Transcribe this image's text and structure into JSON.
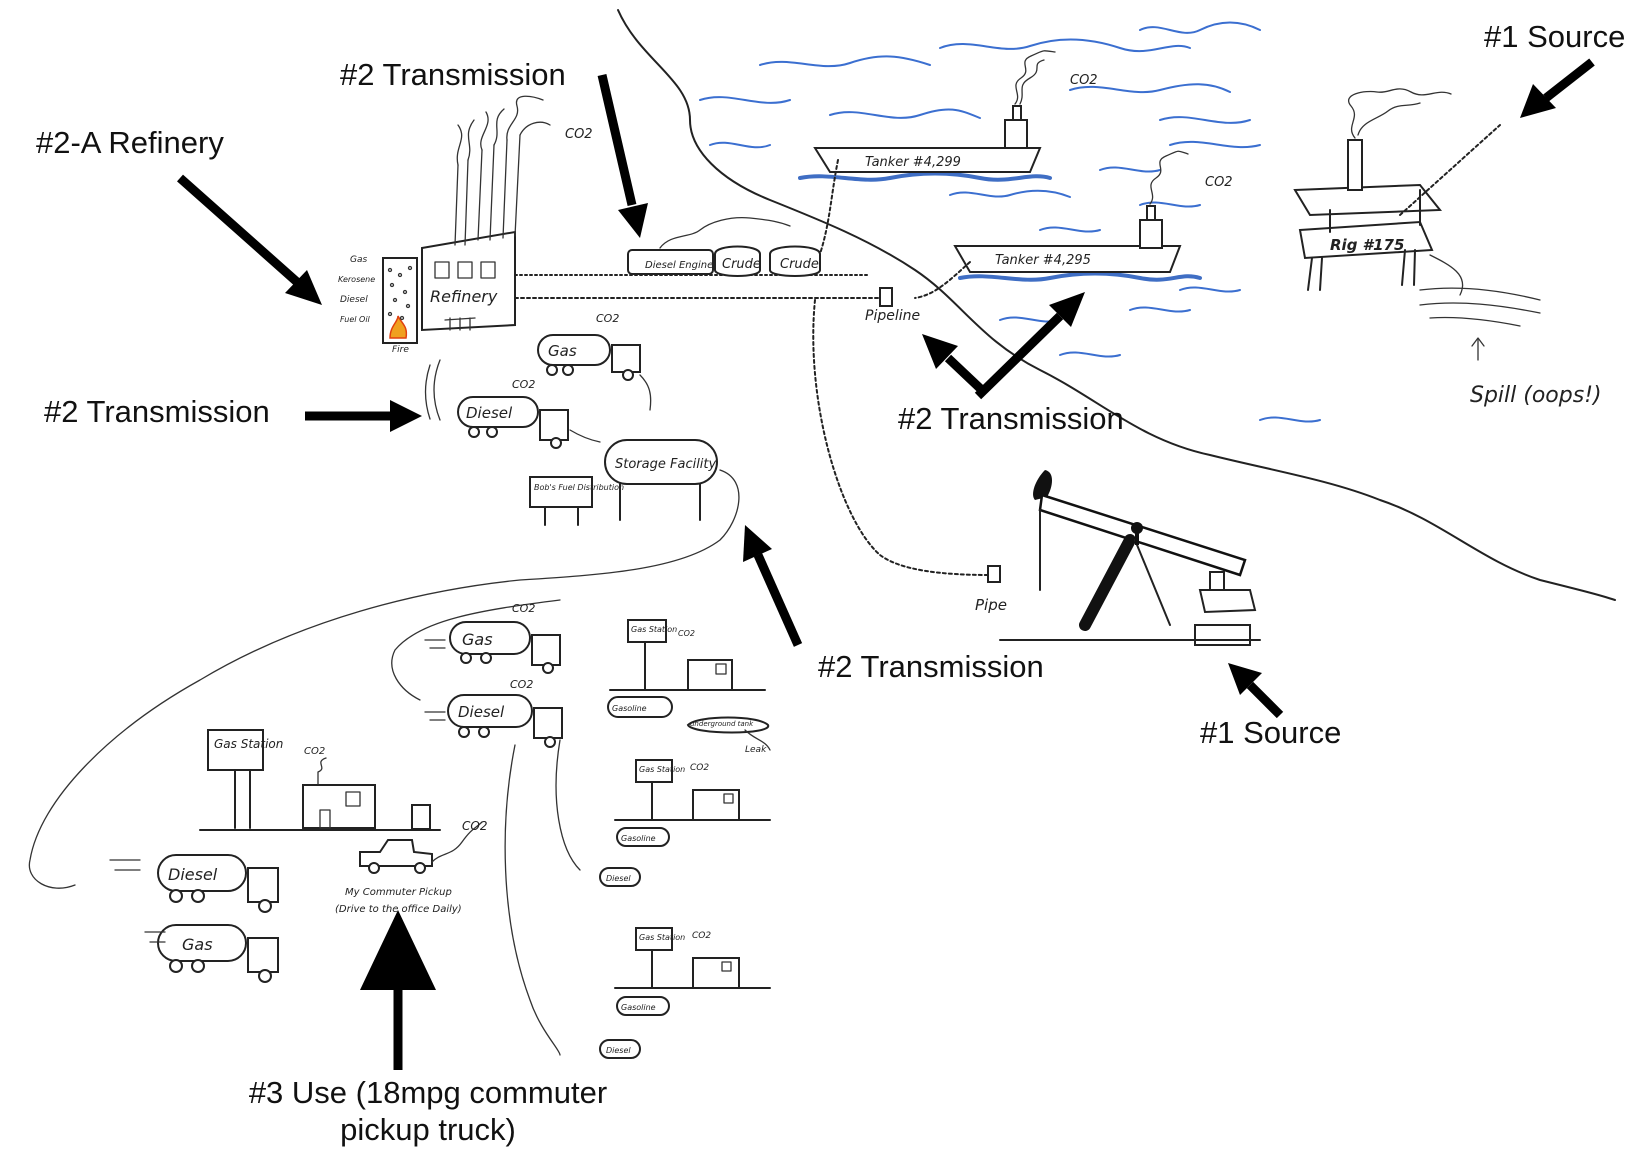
{
  "callouts": {
    "source_top": "#1 Source",
    "source_bottom": "#1 Source",
    "transmission_top": "#2 Transmission",
    "refinery": "#2-A Refinery",
    "transmission_left": "#2 Transmission",
    "transmission_pipeline": "#2 Transmission",
    "transmission_mid": "#2 Transmission",
    "use": "#3 Use (18mpg commuter pickup truck)"
  },
  "sketch": {
    "tanker_1": "Tanker #4,299",
    "tanker_2": "Tanker #4,295",
    "rig": "Rig #175",
    "spill": "Spill (oops!)",
    "co2": "CO2",
    "refinery": "Refinery",
    "fire": "Fire",
    "tower_gas": "Gas",
    "tower_kerosene": "Kerosene",
    "tower_diesel": "Diesel",
    "tower_fuel_oil": "Fuel Oil",
    "train_diesel_engine": "Diesel Engine",
    "train_crude_1": "Crude",
    "train_crude_2": "Crude",
    "pipeline": "Pipeline",
    "pipe": "Pipe",
    "storage_facility": "Storage Facility",
    "bobs_fuel": "Bob's Fuel Distribution",
    "truck_gas": "Gas",
    "truck_diesel": "Diesel",
    "gas_station": "Gas Station",
    "gasoline": "Gasoline",
    "underground_tank": "underground tank",
    "leak": "Leak",
    "commuter_line1": "My Commuter Pickup",
    "commuter_line2": "(Drive to the office Daily)"
  },
  "colors": {
    "ink": "#222222",
    "water": "#3b6fd0",
    "fire": "#f0a020",
    "arrow": "#000000"
  }
}
